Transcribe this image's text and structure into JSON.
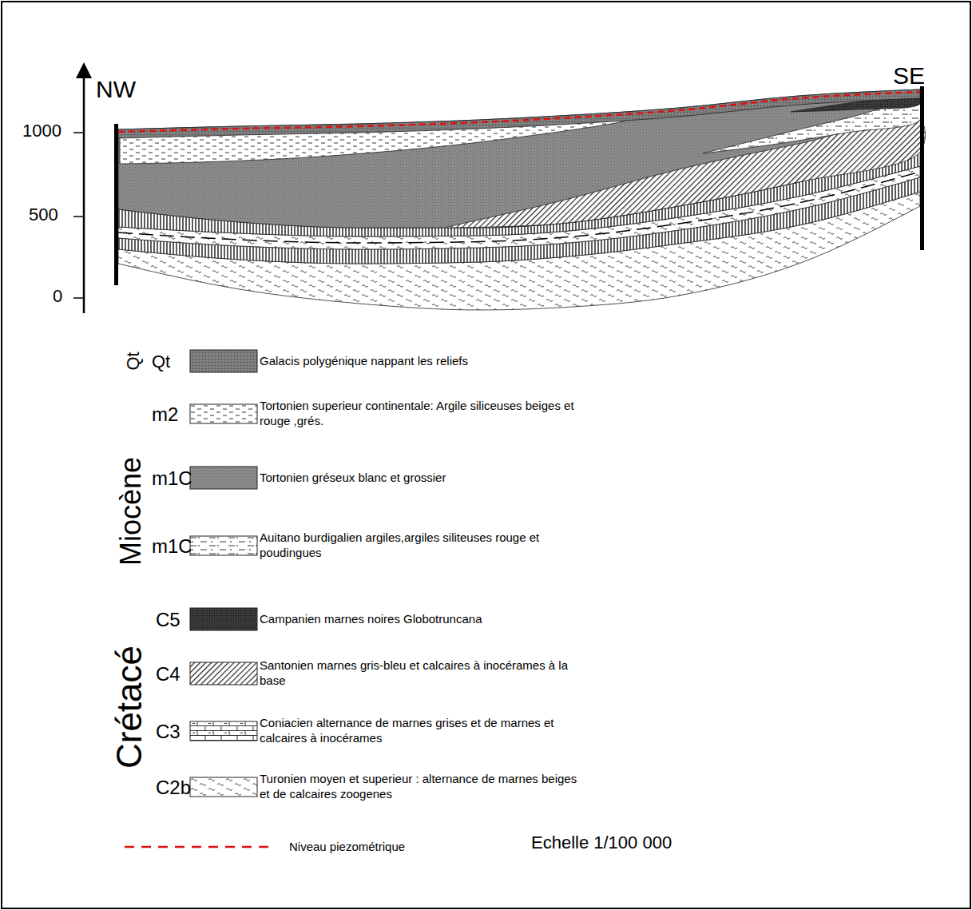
{
  "diagram": {
    "labels": [
      "NW",
      "SE",
      "1000",
      "500",
      "0",
      "Qt",
      "Qt",
      "Miocène",
      "m2",
      "m1C",
      "m1C",
      "Crétacé",
      "C5",
      "C4",
      "C3",
      "C2b",
      "Echelle 1/100 000"
    ],
    "legend": [
      {
        "text": "Galacis polygénique nappant les reliefs"
      },
      {
        "text": "Tortonien superieur continentale: Argile siliceuses beiges et rouge ,grés."
      },
      {
        "text": "Tortonien gréseux blanc et grossier"
      },
      {
        "text": "Auitano burdigalien argiles,argiles siliteuses rouge et poudingues"
      },
      {
        "text": "Campanien marnes noires Globotruncana"
      },
      {
        "text": "Santonien marnes gris-bleu et calcaires à inocérames à la base"
      },
      {
        "text": "Coniacien alternance de marnes grises et de marnes et calcaires à inocérames"
      },
      {
        "text": "Turonien moyen et superieur : alternance de marnes beiges et de calcaires zoogenes"
      },
      {
        "text": "Niveau piezométrique"
      }
    ]
  }
}
